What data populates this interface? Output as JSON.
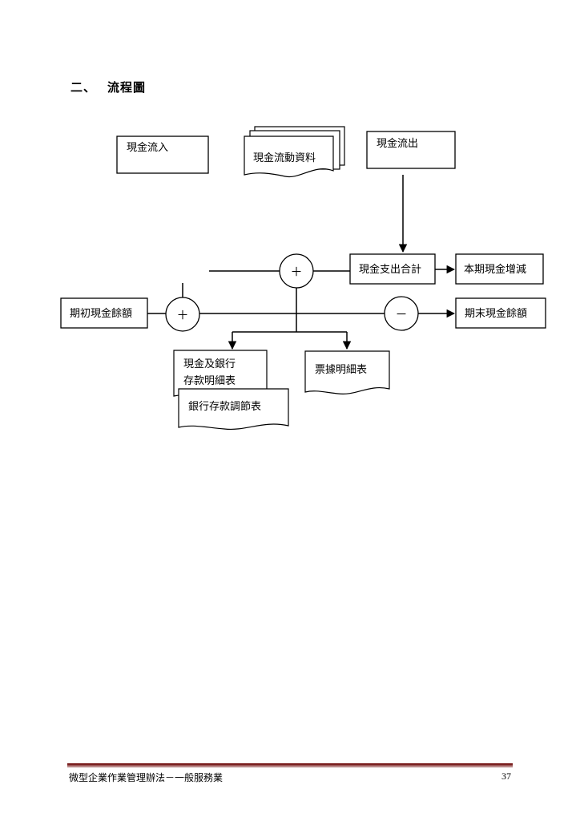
{
  "section": {
    "number": "二、",
    "title": "流程圖"
  },
  "flow": {
    "cash_inflow": "現金流入",
    "cash_flow_data": "現金流動資料",
    "cash_outflow": "現金流出",
    "plus_sign": "＋",
    "minus_sign": "－",
    "total_expenditure": "現金支出合計",
    "period_change": "本期現金增減",
    "opening_balance": "期初現金餘額",
    "closing_balance": "期末現金餘額",
    "cash_bank_detail_line1": "現金及銀行",
    "cash_bank_detail_line2": "存款明細表",
    "bank_reconciliation": "銀行存款調節表",
    "notes_detail": "票據明細表"
  },
  "footer": {
    "text": "微型企業作業管理辦法－一般服務業",
    "page": "37"
  }
}
